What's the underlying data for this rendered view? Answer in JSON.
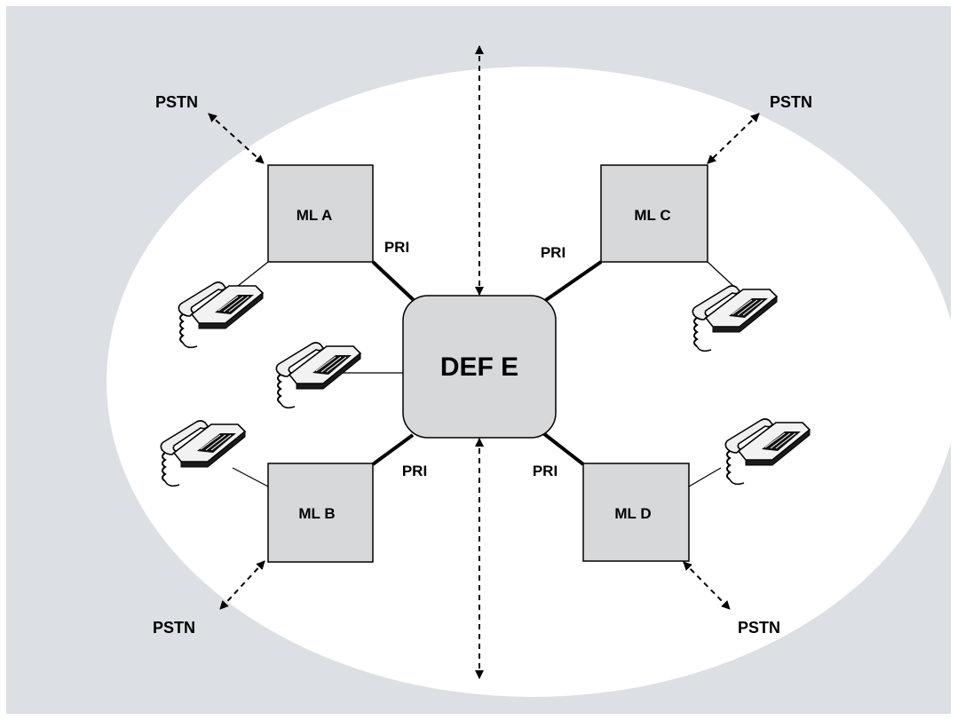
{
  "colors": {
    "background": "#dcdfe3",
    "ellipse": "#ffffff",
    "node_fill": "#d7d8da",
    "stroke": "#000000"
  },
  "nodes": {
    "center": {
      "label": "DEF E"
    },
    "a": {
      "label": "ML A"
    },
    "b": {
      "label": "ML B"
    },
    "c": {
      "label": "ML C"
    },
    "d": {
      "label": "ML D"
    }
  },
  "links": {
    "a": {
      "label": "PRI"
    },
    "b": {
      "label": "PRI"
    },
    "c": {
      "label": "PRI"
    },
    "d": {
      "label": "PRI"
    }
  },
  "external": {
    "a": {
      "label": "PSTN"
    },
    "b": {
      "label": "PSTN"
    },
    "c": {
      "label": "PSTN"
    },
    "d": {
      "label": "PSTN"
    }
  },
  "icons": [
    "telephone-icon"
  ]
}
